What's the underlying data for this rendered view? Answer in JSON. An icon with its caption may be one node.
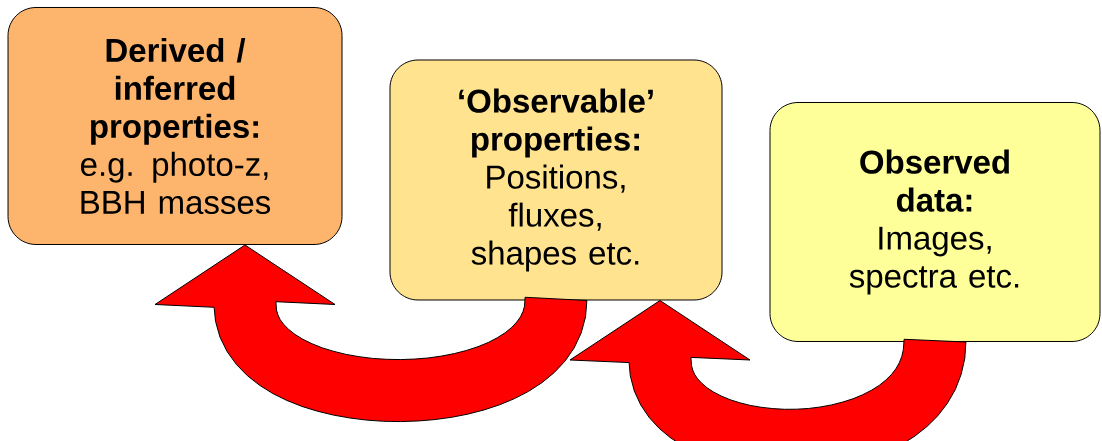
{
  "diagram": {
    "nodes": [
      {
        "text": [
          "Derived / inferred properties:",
          "e.g. photo-z, BBH masses"
        ]
      },
      {
        "text": [
          "‘Observable’ properties:",
          "Positions, fluxes, shapes etc."
        ]
      },
      {
        "text": [
          "Observed data:",
          "Images, spectra etc."
        ]
      }
    ],
    "edges": [
      {
        "from": 2,
        "to": 1,
        "arrow": "to"
      },
      {
        "from": 1,
        "to": 0,
        "arrow": "to"
      }
    ]
  }
}
